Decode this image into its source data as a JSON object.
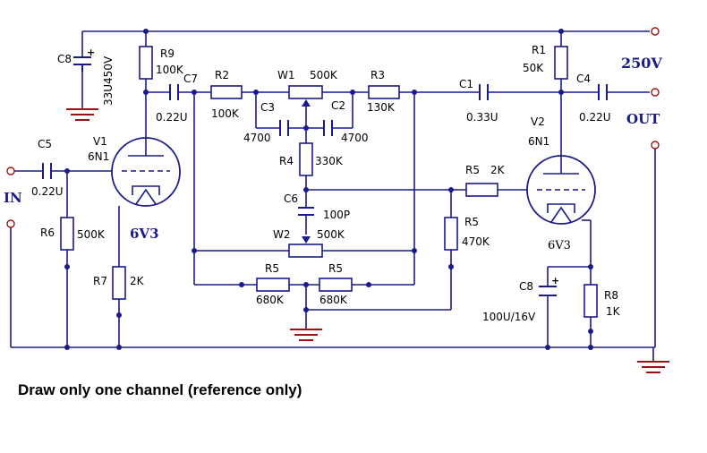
{
  "labels": {
    "C8_top_name": "C8",
    "C8_top_value": "33U450V",
    "R9_name": "R9",
    "R9_value": "100K",
    "C7_name": "C7",
    "C7_value": "0.22U",
    "R2_name": "R2",
    "R2_value": "100K",
    "W1_name": "W1",
    "W1_value": "500K",
    "R3_name": "R3",
    "R3_value": "130K",
    "C1_name": "C1",
    "C1_value": "0.33U",
    "R1_name": "R1",
    "R1_value": "50K",
    "C4_name": "C4",
    "C4_value": "0.22U",
    "supply": "250V",
    "out": "OUT",
    "C3_name": "C3",
    "C3_value": "4700",
    "C2_name": "C2",
    "C2_value": "4700",
    "R4_name": "R4",
    "R4_value": "330K",
    "V1_name": "V1",
    "V1_type": "6N1",
    "C5_name": "C5",
    "C5_value": "0.22U",
    "in": "IN",
    "R6_name": "R6",
    "R6_value": "500K",
    "V1_heater": "6V3",
    "C6_name": "C6",
    "C6_value": "100P",
    "W2_name": "W2",
    "W2_value": "500K",
    "R5a_name": "R5",
    "R5a_value": "2K",
    "V2_name": "V2",
    "V2_type": "6N1",
    "R5b_name": "R5",
    "R5b_value": "470K",
    "V2_heater": "6V3",
    "R7_name": "R7",
    "R7_value": "2K",
    "R5c_name": "R5",
    "R5c_value": "680K",
    "R5d_name": "R5",
    "R5d_value": "680K",
    "C8_bot_name": "C8",
    "C8_bot_value": "100U/16V",
    "R8_name": "R8",
    "R8_value": "1K"
  },
  "note": "Draw only one channel (reference only)",
  "colors": {
    "wire": "#1a1a8c",
    "terminal": "#a01010",
    "ground": "#a01010",
    "text": "#000000"
  }
}
